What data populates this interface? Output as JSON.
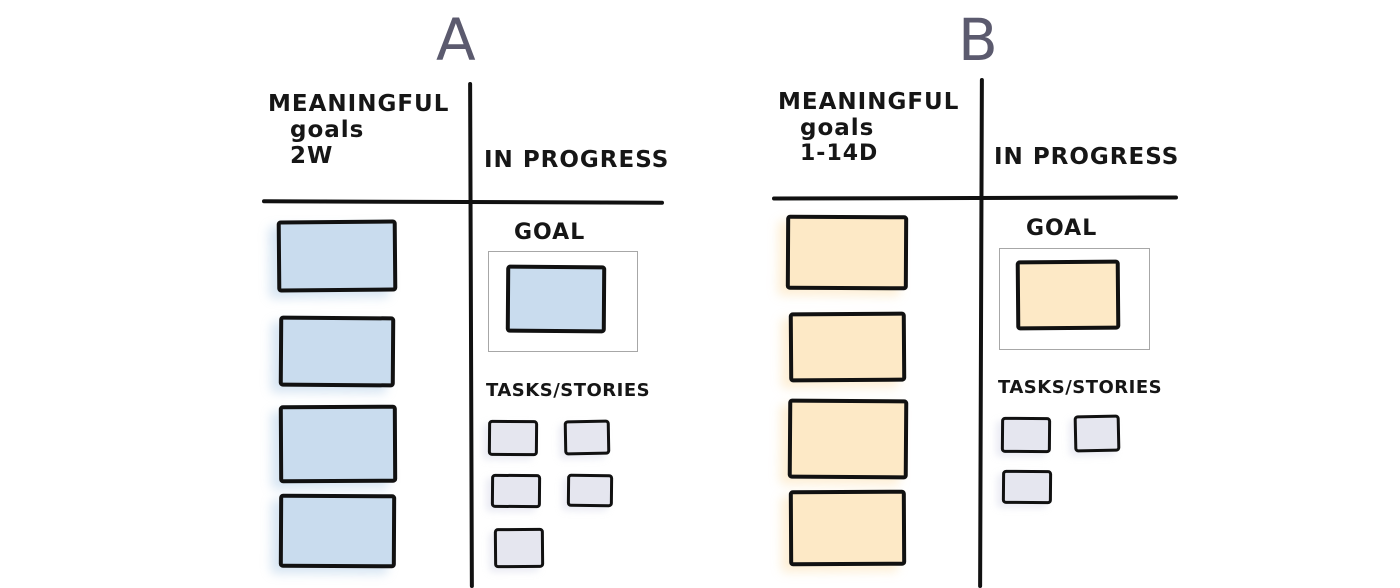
{
  "boards": [
    {
      "letter": "A",
      "meaningful": {
        "line1": "MEANINGFUL",
        "line2": "goals",
        "line3": "2W"
      },
      "in_progress": "IN PROGRESS",
      "goal_label": "GOAL",
      "tasks_label": "TASKS/STORIES",
      "color": "#c9dcee",
      "goal_cards": 4,
      "task_cards": 5
    },
    {
      "letter": "B",
      "meaningful": {
        "line1": "MEANINGFUL",
        "line2": "goals",
        "line3": "1-14d"
      },
      "in_progress": "IN PROGRESS",
      "goal_label": "GOAL",
      "tasks_label": "TASKS/STORIES",
      "color": "#fde9c6",
      "goal_cards": 4,
      "task_cards": 3
    }
  ],
  "colors": {
    "ink": "#111111",
    "letter": "#5b5a6e",
    "task_fill": "#e5e6ef",
    "frame": "#a7a7a7"
  }
}
